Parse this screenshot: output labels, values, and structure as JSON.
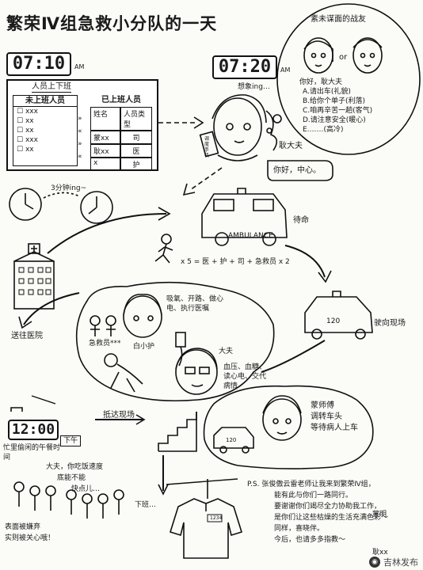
{
  "title": "繁荣Ⅳ组急救小分队的一天",
  "clock1": {
    "time": "07:10",
    "suffix": "AM"
  },
  "clock2": {
    "time": "07:20",
    "suffix": "AM"
  },
  "clock3": {
    "time": "12:00",
    "tag": "下午"
  },
  "shift_table": {
    "heading": "人员上下班",
    "off_col": "未上班人员",
    "on_col": "已上班人员",
    "off_rows": [
      "xxx",
      "xx",
      "xx",
      "xxx",
      "xx"
    ],
    "on_headers": [
      "姓名",
      "人员类型"
    ],
    "on_rows": [
      {
        "name": "蒙xx",
        "type": "司"
      },
      {
        "name": "耿xx",
        "type": "医"
      },
      {
        "name": "x",
        "type": "护"
      }
    ]
  },
  "partner_bubble": {
    "heading": "素未谋面的战友",
    "or": "or",
    "greeting": "你好，耿大夫",
    "options": [
      "A.请出车(礼貌)",
      "B.给你个单子(利落)",
      "C.咱再辛苦一趟(客气)",
      "D.请注意安全(暖心)",
      "E.……(高冷)"
    ]
  },
  "doctor": {
    "thought": "想象ing…",
    "name": "耿大夫",
    "speech": "你好，中心。",
    "phone_label": "调度手机"
  },
  "clock_label": "3分钟ing~",
  "ambulance": {
    "label": "AMBULANCE",
    "status": "待命",
    "number": "120"
  },
  "crew_formula": "x 5 = 医 + 护 + 司 + 急救员 x 2",
  "heading_to": "驶向现场",
  "rescue": {
    "tasks": "吸氧、开路、做心电、执行医嘱",
    "nurse": "白小护",
    "ems": "急救员***",
    "doctor": "大夫",
    "doctor_tasks": "血压、血糖、读心电、交代病情"
  },
  "hospital_label": "送往医院",
  "arrive_label": "抵达现场",
  "driver": {
    "name": "蒙师傅",
    "line1": "调转车头",
    "line2": "等待病人上车"
  },
  "lunch": {
    "label": "忙里偷闲的午餐时间",
    "line1": "大夫，你吃饭速度",
    "line2": "底能不能",
    "line3": "快点儿…",
    "off_duty": "下班…",
    "caption1": "表面被嫌弃",
    "caption2": "实则被关心哦！"
  },
  "ps": {
    "lines": [
      "P.S. 张俊傲云雷老师让我来到繁荣Ⅳ组，",
      "能有此与你们一路同行。",
      "要谢谢你们竭尽全力协助我工作，",
      "是你们让这些枯燥的生活充满色彩～",
      "同样，喜晓伴。",
      "今后，也请多多指教～"
    ],
    "sign1": "蒙明",
    "sign2": "耿xx"
  },
  "watermark": "吉林发布"
}
